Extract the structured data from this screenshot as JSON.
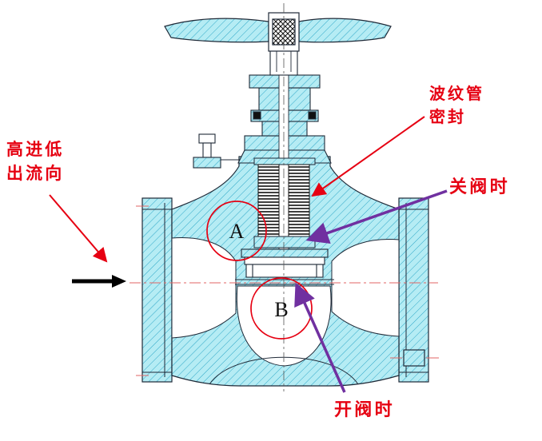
{
  "diagram": {
    "labels": {
      "flow_direction_line1": "高进低",
      "flow_direction_line2": "出流向",
      "bellows_seal_line1": "波纹管",
      "bellows_seal_line2": "密封",
      "valve_close": "关阀时",
      "valve_open": "开阀时",
      "zone_a": "A",
      "zone_b": "B"
    },
    "colors": {
      "annotation_red": "#e60012",
      "arrow_purple": "#7030a0",
      "body_fill": "#b5ecf4",
      "hatch_line": "#2fa8c8",
      "outline": "#1f2937",
      "centerline_red": "#e06666"
    }
  }
}
